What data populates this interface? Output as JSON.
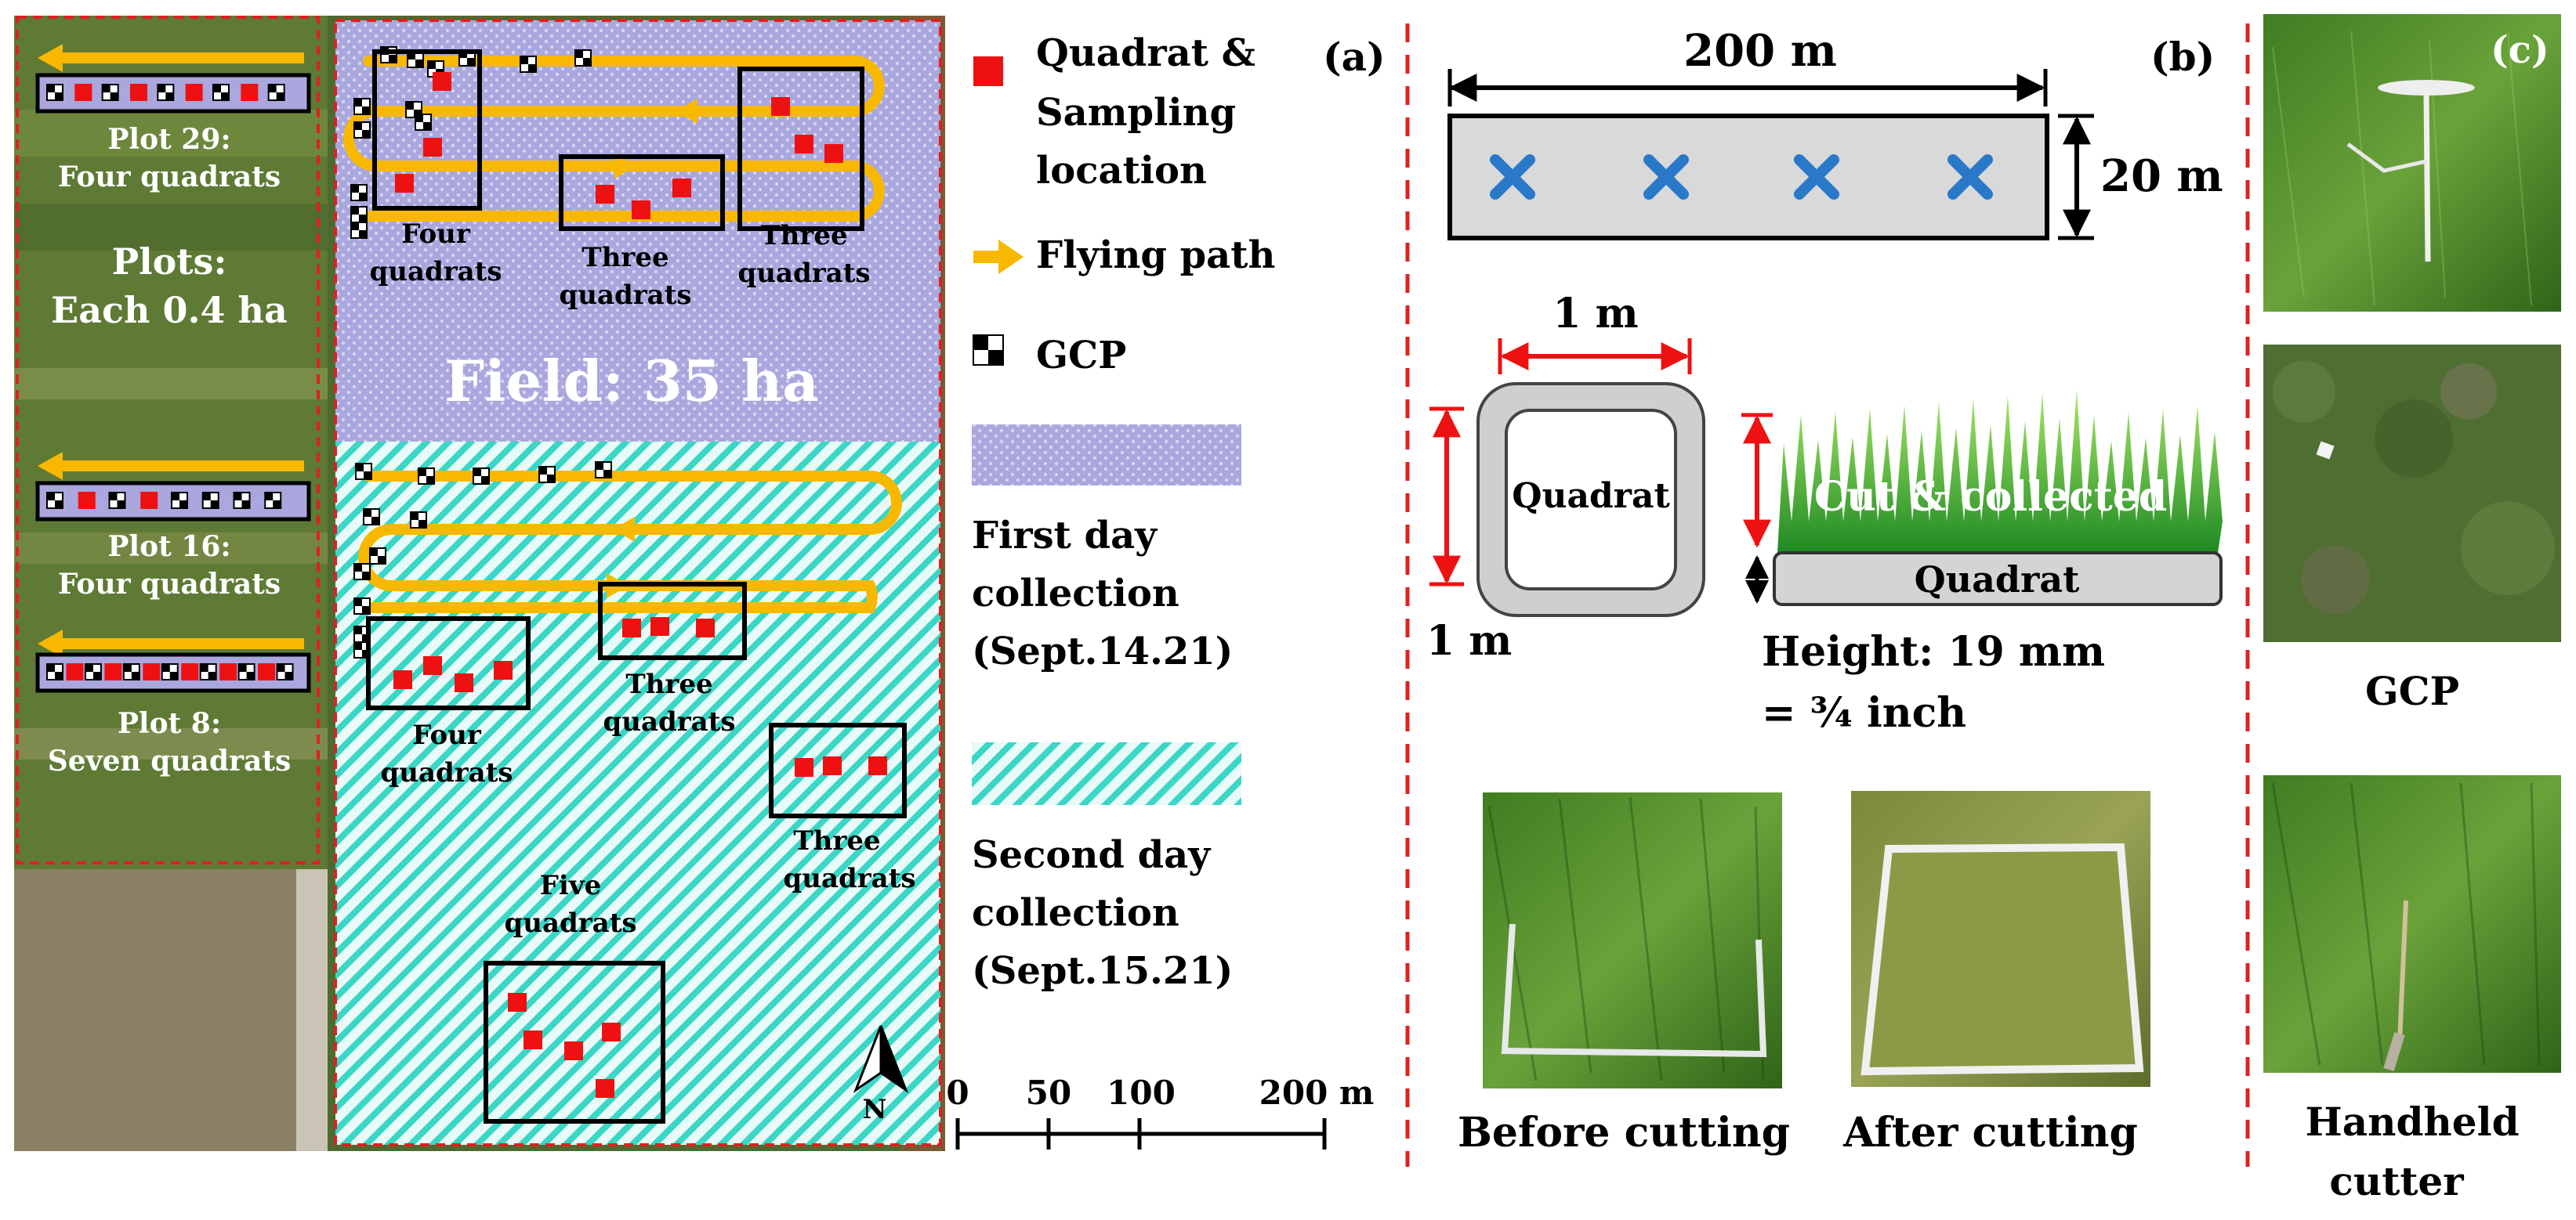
{
  "panel_a": {
    "label": "(a)",
    "plot29": [
      "Plot 29:",
      "Four quadrats"
    ],
    "plots_info": [
      "Plots:",
      "Each 0.4 ha"
    ],
    "plot16": [
      "Plot 16:",
      "Four quadrats"
    ],
    "plot8": [
      "Plot 8:",
      "Seven quadrats"
    ],
    "field": "Field: 35 ha",
    "first_day_groups": [
      [
        "Four",
        "quadrats"
      ],
      [
        "Three",
        "quadrats"
      ],
      [
        "Three",
        "quadrats"
      ]
    ],
    "second_day_groups": [
      [
        "Four",
        "quadrats"
      ],
      [
        "Three",
        "quadrats"
      ],
      [
        "Three",
        "quadrats"
      ],
      [
        "Five",
        "quadrats"
      ]
    ],
    "north": "N",
    "scale": {
      "ticks": [
        "0",
        "50",
        "100",
        "200 m"
      ]
    }
  },
  "legend": {
    "quadrat": [
      "Quadrat &",
      "Sampling",
      "location"
    ],
    "flying_path": "Flying path",
    "gcp": "GCP",
    "first_day": [
      "First day",
      "collection",
      "(Sept.14.21)"
    ],
    "second_day": [
      "Second day",
      "collection",
      "(Sept.15.21)"
    ]
  },
  "panel_b": {
    "label": "(b)",
    "plot_length": "200 m",
    "plot_width": "20 m",
    "quadrat_top": "1 m",
    "quadrat_side": "1 m",
    "quadrat_label": "Quadrat",
    "cut_label": "Cut & collected",
    "base_label": "Quadrat",
    "height": [
      "Height: 19 mm",
      "= ¾ inch"
    ],
    "before": "Before cutting",
    "after": "After cutting"
  },
  "panel_c": {
    "label": "(c)",
    "gcp": "GCP",
    "cutter": [
      "Handheld",
      "cutter"
    ]
  },
  "colors": {
    "quadrat_red": "#ee1111",
    "flight_path": "#f8b800",
    "first_day_fill": "#a8a6dc",
    "second_day_fill": "#38d8c8",
    "divider": "#e02020",
    "x_marks": "#2a78c8"
  }
}
